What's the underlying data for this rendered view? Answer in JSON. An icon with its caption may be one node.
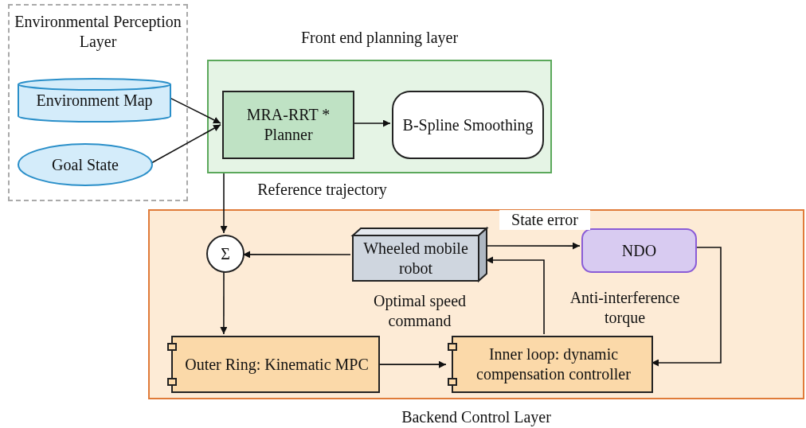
{
  "diagram": {
    "nodes": [
      {
        "text": [
          "Environmental Perception Layer"
        ]
      },
      {
        "text": [
          "Environment Map"
        ],
        "in": 0
      },
      {
        "text": [
          "Goal State"
        ],
        "in": 0
      },
      {
        "text": [
          "Front end planning layer"
        ]
      },
      {
        "text": [
          "MRA-RRT * Planner"
        ],
        "in": 3
      },
      {
        "text": [
          "B-Spline Smoothing"
        ],
        "in": 3
      },
      {
        "text": [
          "Backend Control Layer"
        ]
      },
      {
        "text": [
          "Σ"
        ],
        "in": 6
      },
      {
        "text": [
          "Wheeled mobile robot"
        ],
        "in": 6
      },
      {
        "text": [
          "NDO"
        ],
        "in": 6
      },
      {
        "text": [
          "Outer Ring: Kinematic MPC"
        ],
        "in": 6
      },
      {
        "text": [
          "Inner loop: dynamic compensation controller"
        ],
        "in": 6
      }
    ],
    "edges": [
      {
        "from": 1,
        "to": 4,
        "arrow": "to"
      },
      {
        "from": 2,
        "to": 4,
        "arrow": "to"
      },
      {
        "from": 4,
        "to": 5,
        "arrow": "to"
      },
      {
        "from": 3,
        "to": 7,
        "arrow": "to",
        "label": "Reference trajectory"
      },
      {
        "from": 8,
        "to": 7,
        "arrow": "to"
      },
      {
        "from": 7,
        "to": 10,
        "arrow": "to"
      },
      {
        "from": 8,
        "to": 9,
        "arrow": "to",
        "label": "State error"
      },
      {
        "from": 11,
        "to": 8,
        "arrow": "to"
      },
      {
        "from": 9,
        "to": 11,
        "arrow": "to",
        "label": "Anti-interference torque"
      },
      {
        "from": 10,
        "to": 11,
        "arrow": "to",
        "label": "Optimal speed command"
      }
    ]
  }
}
